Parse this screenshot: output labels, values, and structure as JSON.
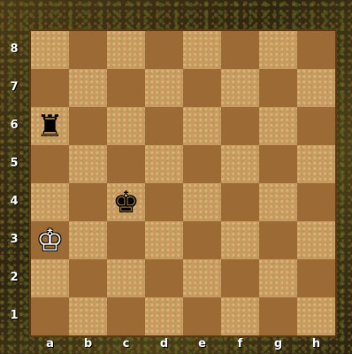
{
  "board": {
    "ranks": [
      "8",
      "7",
      "6",
      "5",
      "4",
      "3",
      "2",
      "1"
    ],
    "files": [
      "a",
      "b",
      "c",
      "d",
      "e",
      "f",
      "g",
      "h"
    ],
    "colors": {
      "light": "#c89a62",
      "dark": "#9c6a34",
      "border": "#5a3a12"
    }
  },
  "pieces": [
    {
      "square": "a6",
      "type": "rook",
      "color": "black",
      "glyph": "♜"
    },
    {
      "square": "c4",
      "type": "king",
      "color": "black",
      "glyph": "♚"
    },
    {
      "square": "a3",
      "type": "king",
      "color": "white",
      "glyph": "♔"
    }
  ]
}
